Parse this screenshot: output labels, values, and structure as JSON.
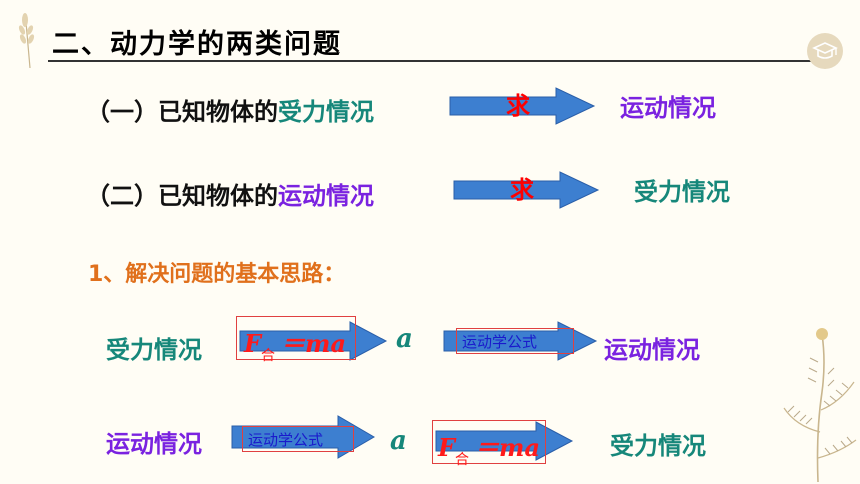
{
  "slide": {
    "title": "二、动力学的两类问题",
    "row1": {
      "prefix": "（一）已知物体的",
      "known": "受力情况",
      "arrow_label": "求",
      "target": "运动情况"
    },
    "row2": {
      "prefix": "（二）已知物体的",
      "known": "运动情况",
      "arrow_label": "求",
      "target": "受力情况"
    },
    "section": "1、解决问题的基本思路：",
    "flow1": {
      "start": "受力情况",
      "formula_f": "F",
      "formula_sub": "合",
      "formula_rest": "＝ma",
      "mid": "a",
      "box_label": "运动学公式",
      "end": "运动情况"
    },
    "flow2": {
      "start": "运动情况",
      "box_label": "运动学公式",
      "mid": "a",
      "formula_f": "F",
      "formula_sub": "合",
      "formula_rest": "＝ma",
      "end": "受力情况"
    }
  },
  "colors": {
    "teal": "#16877a",
    "purple": "#7a22e0",
    "red": "#ff0000",
    "orange": "#e0701c",
    "arrow_fill": "#3d7fd0"
  },
  "icons": [
    "graduation-cap-icon",
    "wheat-sprig-icon",
    "leaf-branch-icon"
  ]
}
